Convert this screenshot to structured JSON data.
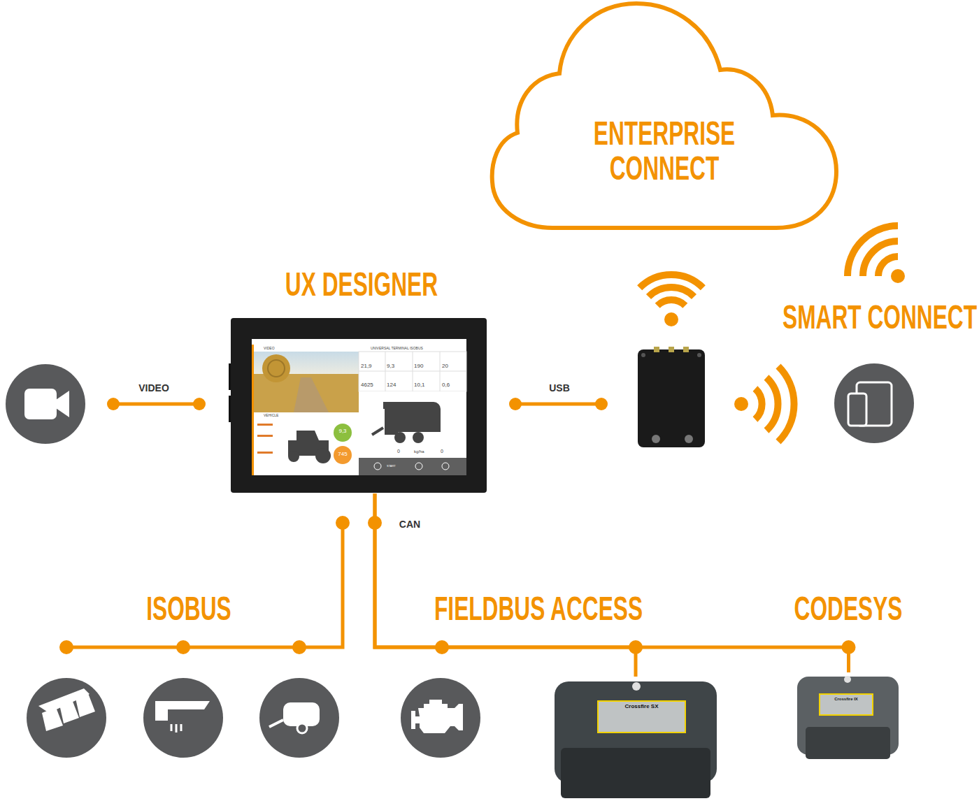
{
  "diagram": {
    "nodes": [
      {
        "text": [
          "ENTERPRISE CONNECT"
        ]
      },
      {
        "text": [
          "UX DESIGNER"
        ]
      },
      {
        "text": [
          "SMART CONNECT"
        ]
      },
      {
        "text": [
          "Crossfire SX"
        ]
      },
      {
        "text": [
          "Crossfire IX"
        ]
      }
    ],
    "edges": [
      {
        "from": 1,
        "to": 3,
        "arrow": "none"
      },
      {
        "from": 1,
        "to": 4,
        "arrow": "none"
      }
    ],
    "labels": [
      "VIDEO",
      "USB",
      "CAN",
      "ISOBUS",
      "FIELDBUS ACCESS",
      "CODESYS",
      "VIDEO",
      "UNIVERSAL TERMINAL ISOBUS",
      "21,9",
      "9,3",
      "190",
      "20",
      "4625",
      "124",
      "10,1",
      "0,6",
      "VEHICLE",
      "9,3",
      "745",
      "0",
      "kg/ha",
      "0",
      "START"
    ]
  }
}
